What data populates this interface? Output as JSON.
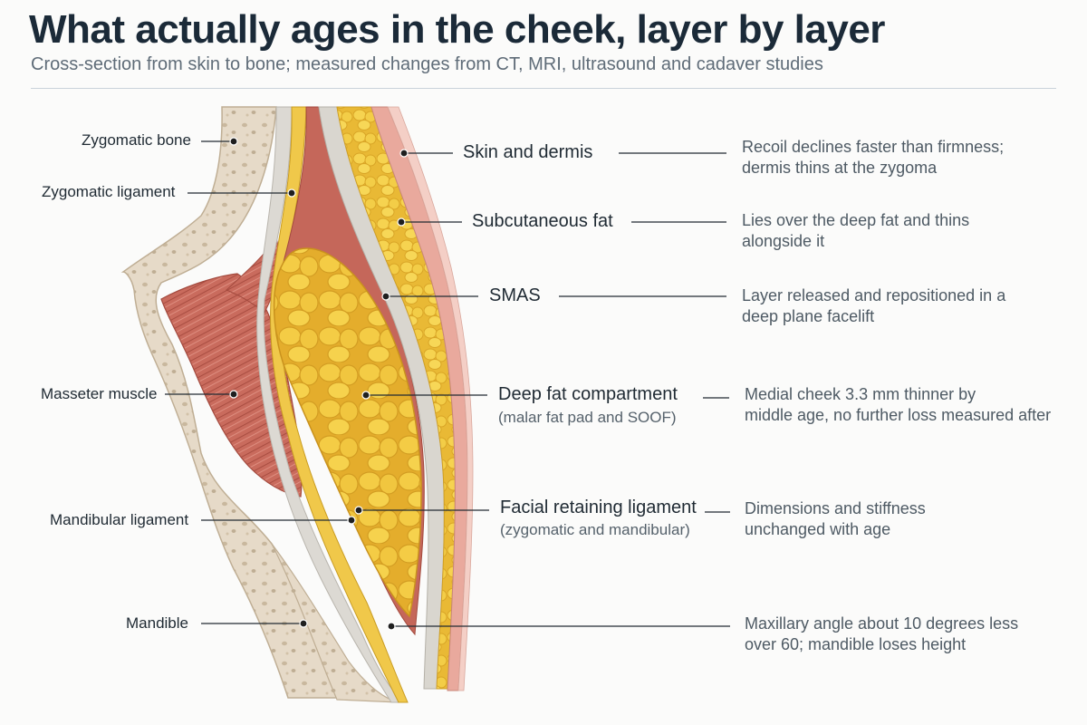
{
  "header": {
    "title": "What actually ages in the cheek, layer by layer",
    "subtitle": "Cross-section from skin to bone; measured changes from CT, MRI, ultrasound and cadaver studies"
  },
  "left_labels": {
    "zygomatic_bone": "Zygomatic bone",
    "zygomatic_ligament": "Zygomatic ligament",
    "masseter_muscle": "Masseter muscle",
    "mandibular_ligament": "Mandibular ligament",
    "mandible": "Mandible"
  },
  "layers": [
    {
      "name": "Skin and dermis",
      "sub": "",
      "note": [
        "Recoil declines faster than firmness;",
        "dermis thins at the zygoma"
      ]
    },
    {
      "name": "Subcutaneous fat",
      "sub": "",
      "note": [
        "Lies over the deep fat and thins",
        "alongside it"
      ]
    },
    {
      "name": "SMAS",
      "sub": "",
      "note": [
        "Layer released and repositioned in a",
        "deep plane facelift"
      ]
    },
    {
      "name": "Deep fat compartment",
      "sub": "(malar fat pad and SOOF)",
      "note": [
        "Medial cheek 3.3 mm thinner by",
        "middle age, no further loss measured after"
      ]
    },
    {
      "name": "Facial retaining ligament",
      "sub": "(zygomatic and mandibular)",
      "note": [
        "Dimensions and stiffness",
        "unchanged with age"
      ]
    },
    {
      "name": "",
      "sub": "",
      "note": [
        "Maxillary angle about 10 degrees less",
        "over 60; mandible loses height"
      ]
    }
  ],
  "colors": {
    "bone": "#e8ddcc",
    "muscle": "#c5675a",
    "fat": "#f2c93e",
    "smas": "#d6d3cc",
    "skin": "#eab0a5"
  }
}
